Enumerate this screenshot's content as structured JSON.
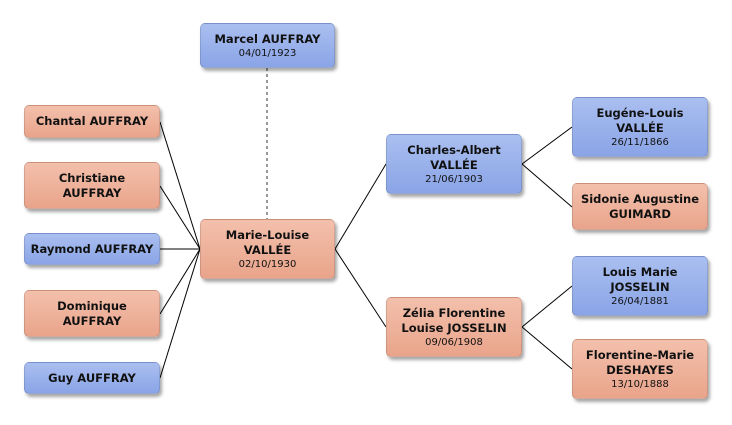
{
  "people": {
    "marcel": {
      "name": "Marcel AUFFRAY",
      "date": "04/01/1923",
      "color": "blue"
    },
    "chantal": {
      "name": "Chantal AUFFRAY",
      "date": "",
      "color": "pink"
    },
    "christiane": {
      "name": "Christiane\nAUFFRAY",
      "date": "",
      "color": "pink"
    },
    "raymond": {
      "name": "Raymond AUFFRAY",
      "date": "",
      "color": "blue"
    },
    "dominique": {
      "name": "Dominique\nAUFFRAY",
      "date": "",
      "color": "pink"
    },
    "guy": {
      "name": "Guy AUFFRAY",
      "date": "",
      "color": "blue"
    },
    "marielouise": {
      "name": "Marie-Louise\nVALLÉE",
      "date": "02/10/1930",
      "color": "pink"
    },
    "charles": {
      "name": "Charles-Albert\nVALLÉE",
      "date": "21/06/1903",
      "color": "blue"
    },
    "zelia": {
      "name": "Zélia Florentine\nLouise JOSSELIN",
      "date": "09/06/1908",
      "color": "pink"
    },
    "eugene": {
      "name": "Eugéne-Louis\nVALLÉE",
      "date": "26/11/1866",
      "color": "blue"
    },
    "sidonie": {
      "name": "Sidonie Augustine\nGUIMARD",
      "date": "",
      "color": "pink"
    },
    "louis": {
      "name": "Louis Marie\nJOSSELIN",
      "date": "26/04/1881",
      "color": "blue"
    },
    "florentine": {
      "name": "Florentine-Marie\nDESHAYES",
      "date": "13/10/1888",
      "color": "pink"
    }
  },
  "colors": {
    "male": "#8aa4e6",
    "female": "#e9a48b",
    "line": "#000000"
  }
}
